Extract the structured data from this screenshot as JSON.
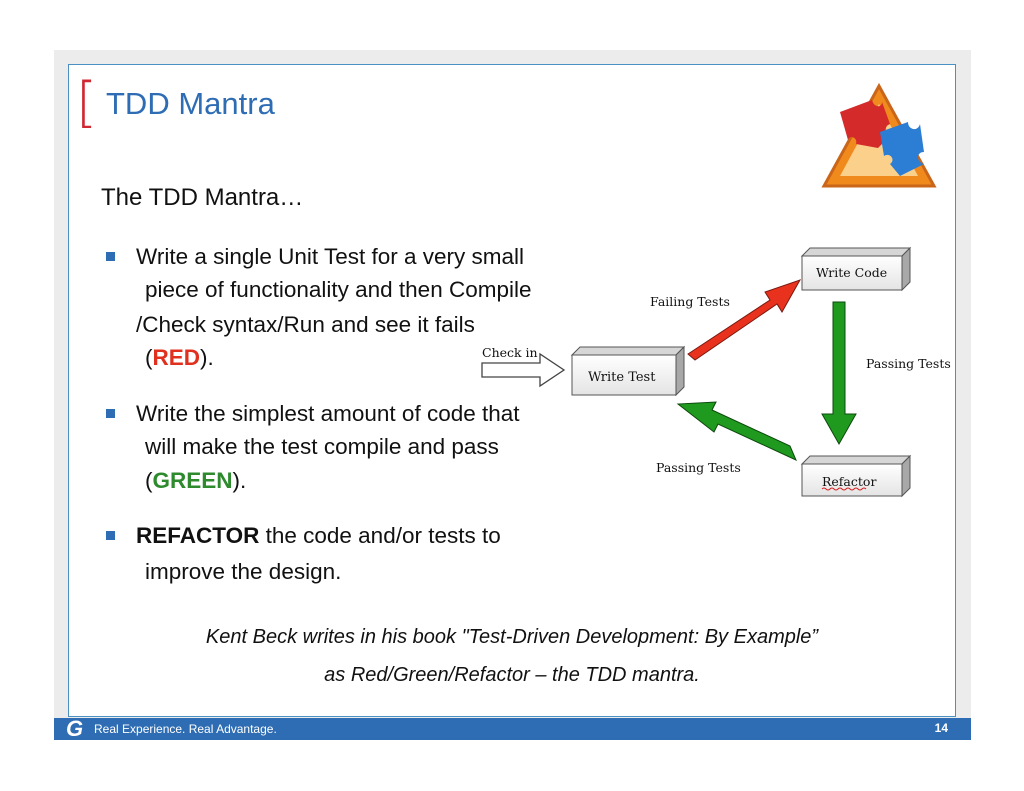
{
  "slide": {
    "title": "TDD Mantra",
    "intro": "The TDD Mantra…",
    "bullets": [
      {
        "lines": [
          "Write a single Unit Test for a very small",
          "piece of functionality and then Compile",
          "/Check syntax/Run and see it fails"
        ],
        "last_pre": "(",
        "highlight": "RED",
        "last_post": ")."
      },
      {
        "lines": [
          "Write the simplest amount of code that",
          "will make the test compile and pass"
        ],
        "last_pre": "(",
        "highlight": "GREEN",
        "last_post": ")."
      },
      {
        "lead_bold": "REFACTOR",
        "lead_rest": " the code and/or tests to",
        "line2": "improve the design."
      }
    ],
    "quote_line1": "Kent Beck writes in his book \"Test-Driven Development: By Example”",
    "quote_line2": "as Red/Green/Refactor – the TDD mantra."
  },
  "diagram": {
    "check_in": "Check in",
    "write_test": "Write Test",
    "write_code": "Write Code",
    "refactor": "Refactor",
    "failing_tests": "Failing Tests",
    "passing_tests_right": "Passing Tests",
    "passing_tests_bottom": "Passing Tests",
    "colors": {
      "red": "#e8321e",
      "green": "#1f9a1f"
    }
  },
  "footer": {
    "logo": "G",
    "tagline": "Real Experience. Real Advantage.",
    "page_number": "14"
  },
  "colors": {
    "accent_blue": "#2e6db4",
    "bracket_red": "#d02832"
  },
  "icons": {
    "puzzle": "puzzle-triangle-icon"
  }
}
